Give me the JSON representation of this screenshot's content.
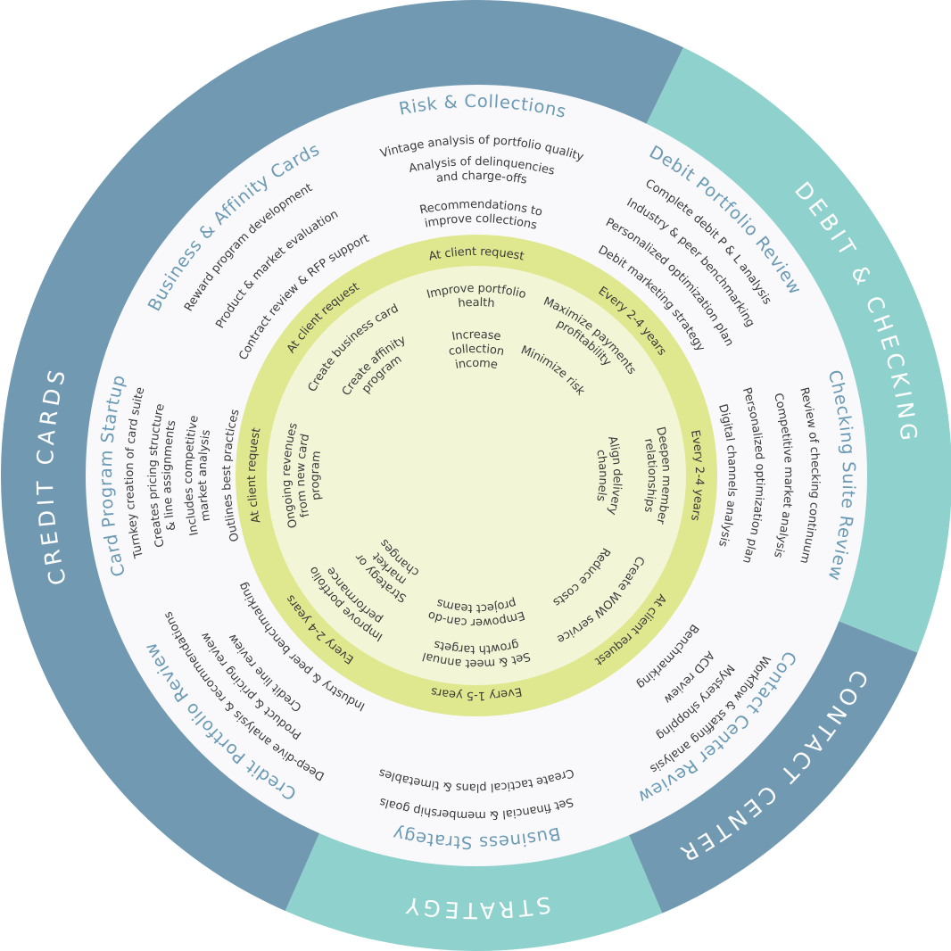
{
  "colors": {
    "blue": "#7199b2",
    "teal": "#8fd1cc",
    "white_disc": "#f9f9fb",
    "green_ring": "#dfe78f",
    "inner_disc": "#f2f6d7",
    "title": "#6b9ab5",
    "text": "#3b3b3b"
  },
  "outer_ring": [
    {
      "label": "DEBIT & CHECKING",
      "color": "#8fd1cc"
    },
    {
      "label": "CONTACT CENTER",
      "color": "#7199b2"
    },
    {
      "label": "STRATEGY",
      "color": "#8fd1cc"
    },
    {
      "label": "CREDIT CARDS",
      "color": "#7199b2"
    }
  ],
  "sections": [
    {
      "title": "Risk & Collections",
      "items": [
        [
          "Vintage analysis of portfolio quality"
        ],
        [
          "Analysis of delinquencies",
          "and charge-offs"
        ],
        [
          "Recommendations to",
          "improve collections"
        ]
      ]
    },
    {
      "title": "Debit Portfolio Review",
      "items": [
        [
          "Complete debit P & L analysis"
        ],
        [
          "Industry & peer benchmarking"
        ],
        [
          "Personalized optimization plan"
        ],
        [
          "Debit marketing strategy"
        ]
      ]
    },
    {
      "title": "Checking Suite Review",
      "items": [
        [
          "Review of checking continuum"
        ],
        [
          "Competitive market analysis"
        ],
        [
          "Personalized optimization plan"
        ],
        [
          "Digital channels analysis"
        ]
      ]
    },
    {
      "title": "Contact Center Review",
      "items": [
        [
          "Workflow & staffing analysis"
        ],
        [
          "Mystery shopping"
        ],
        [
          "ACD review"
        ],
        [
          "Benchmarking"
        ]
      ]
    },
    {
      "title": "Business Strategy",
      "items": [
        [
          "Set financial & membership goals"
        ],
        [
          "Create tactical plans & timetables"
        ]
      ]
    },
    {
      "title": "Credit Portfolio Review",
      "items": [
        [
          "Deep-dive analysis & recommendations"
        ],
        [
          "Product & pricing review"
        ],
        [
          "Credit line review"
        ],
        [
          "Industry & peer benchmarking"
        ]
      ]
    },
    {
      "title": "Card Program  Startup",
      "items": [
        [
          "Turnkey creation of card suite"
        ],
        [
          "Creates pricing structure",
          "& line assignments"
        ],
        [
          "Includes competitive",
          "market analysis"
        ],
        [
          "Outlines best practices"
        ]
      ]
    },
    {
      "title": "Business & Affinity Cards",
      "items": [
        [
          "Reward program development"
        ],
        [
          "Product & market evaluation"
        ],
        [
          "Contract review & RFP support"
        ]
      ]
    }
  ],
  "frequency_ring": [
    "At client request",
    "Every 2-4 years",
    "Every 2-4 years",
    "At client request",
    "Every 1-5 years",
    "Every 2-4 years",
    "At client request",
    "At client request"
  ],
  "goals": [
    [
      "Improve portfolio",
      "health"
    ],
    [
      "Increase",
      "collection",
      "income"
    ],
    [
      "Maximize payments",
      "profitability"
    ],
    [
      "Minimize risk"
    ],
    [
      "Deepen member",
      "relationships"
    ],
    [
      "Align delivery",
      "channels"
    ],
    [
      "Create WOW service"
    ],
    [
      "Reduce costs"
    ],
    [
      "Set & meet annual",
      "growth targets"
    ],
    [
      "Empower can-do",
      "project teams"
    ],
    [
      "Improve portfolio",
      "performance"
    ],
    [
      "Strategy or",
      "market",
      "changes"
    ],
    [
      "Ongoing revenues",
      "from new card",
      "program"
    ],
    [
      "Create business card"
    ],
    [
      "Create affinity",
      "program"
    ]
  ]
}
